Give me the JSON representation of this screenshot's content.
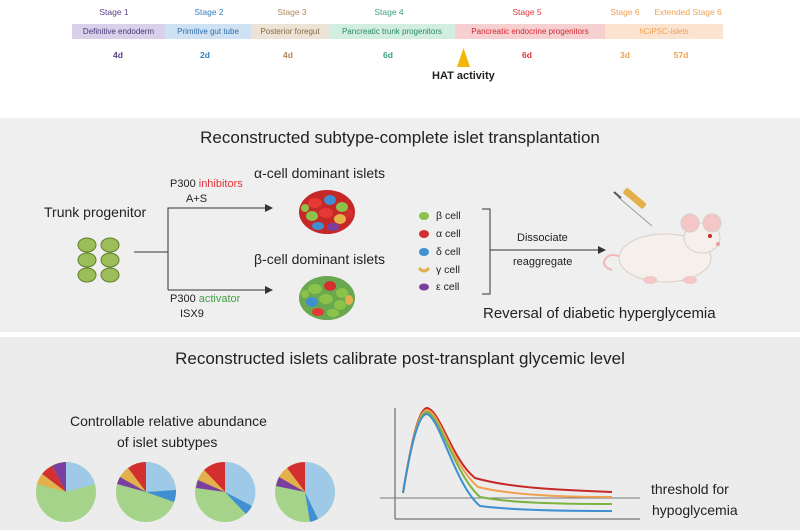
{
  "timeline": {
    "stages": [
      {
        "label": "Stage 1",
        "bar": "Definitive endoderm",
        "duration": "4d",
        "color": "#5a3f86",
        "bar_bg": "#d9d0ea",
        "bar_fg": "#4a3a78"
      },
      {
        "label": "Stage 2",
        "bar": "Primitive gut tube",
        "duration": "2d",
        "color": "#2f7fc1",
        "bar_bg": "#cfe2f3",
        "bar_fg": "#2f6ea8"
      },
      {
        "label": "Stage 3",
        "bar": "Posterior foregut",
        "duration": "4d",
        "color": "#b08a5a",
        "bar_bg": "#ece3d6",
        "bar_fg": "#8a6a40"
      },
      {
        "label": "Stage 4",
        "bar": "Pancreatic trunk progenitors",
        "duration": "6d",
        "color": "#3aa17a",
        "bar_bg": "#d2ede2",
        "bar_fg": "#2c8a63"
      },
      {
        "label": "Stage 5",
        "bar": "Pancreatic endocrine progenitors",
        "duration": "6d",
        "color": "#e0343b",
        "bar_bg": "#f6cfd0",
        "bar_fg": "#d12a33"
      },
      {
        "label": "Stage 6",
        "bar": "hCiPSC-islets",
        "duration": "3d",
        "color": "#f0a050",
        "bar_bg": "#fbe3cf",
        "bar_fg": "#f0a050"
      },
      {
        "label": "Extended Stage 6",
        "bar": "",
        "duration": "57d",
        "color": "#f0a050",
        "bar_bg": "#fbe3cf",
        "bar_fg": "#f0a050"
      }
    ],
    "hat_label": "HAT activity",
    "hat_color": "#f2b705"
  },
  "panel1": {
    "title": "Reconstructed subtype-complete islet transplantation",
    "trunk_label": "Trunk progenitor",
    "inhibitor_prefix": "P300 ",
    "inhibitor_word": "inhibitors",
    "inhibitor_drug": "A+S",
    "activator_prefix": "P300 ",
    "activator_word": "activator",
    "activator_drug": "ISX9",
    "alpha_islets": "α-cell dominant islets",
    "beta_islets": "β-cell dominant islets",
    "legend": [
      {
        "label": "β cell",
        "color": "#8bc34a"
      },
      {
        "label": "α cell",
        "color": "#d32f2f"
      },
      {
        "label": "δ cell",
        "color": "#3f8fd2"
      },
      {
        "label": "γ cell",
        "color": "#e3b04b"
      },
      {
        "label": "ε cell",
        "color": "#7b3fa0"
      }
    ],
    "dissociate": "Dissociate",
    "reaggregate": "reaggregate",
    "reversal": "Reversal of diabetic hyperglycemia"
  },
  "panel2": {
    "title": "Reconstructed islets calibrate post-transplant glycemic level",
    "abundance_line1": "Controllable relative abundance",
    "abundance_line2": "of islet subtypes",
    "threshold_line1": "threshold for",
    "threshold_line2": "hypoglycemia"
  },
  "colors": {
    "inhibitor": "#e0343b",
    "activator": "#43a047",
    "curve_red": "#c62828",
    "curve_orange": "#f0a050",
    "curve_green": "#7cb342",
    "curve_blue": "#3f8fd2",
    "pie_green": "#a5d38a",
    "pie_blue": "#9ecae8"
  }
}
